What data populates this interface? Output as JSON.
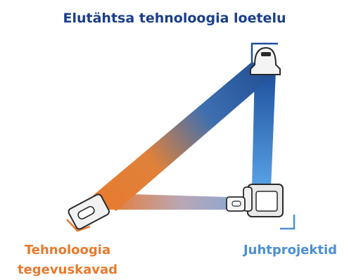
{
  "title": "Elutähtsa tehnoloogia loetelu",
  "labels": {
    "left": "Tehnoloogia tegevuskavad",
    "right": "Juhtprojektid"
  },
  "colors": {
    "title": "#1a3f8a",
    "orange": "#e87a2e",
    "light_blue": "#4a8fd6",
    "dark_blue": "#1e4f9c"
  },
  "icons": [
    "seatbelt-icon",
    "corner-bracket-icon"
  ]
}
